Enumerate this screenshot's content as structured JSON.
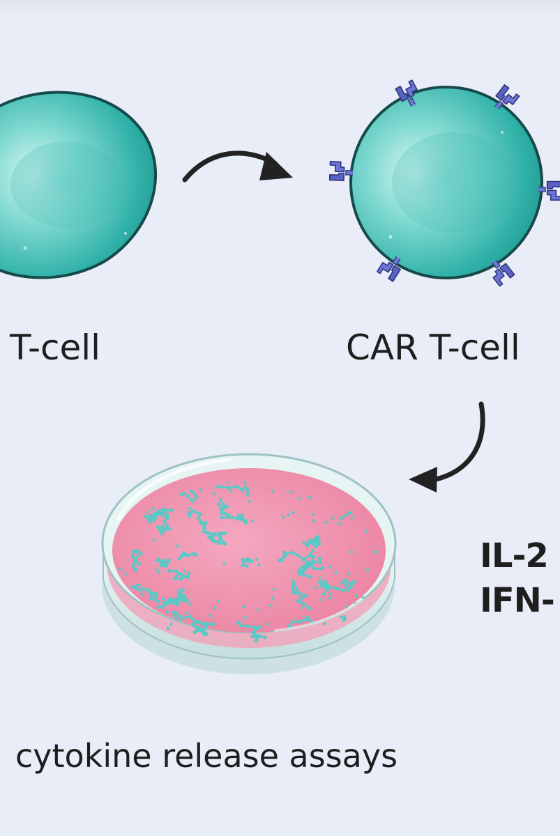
{
  "labels": {
    "t_cell": "T-cell",
    "car_t_cell": "CAR T-cell",
    "cytokines": [
      "IL-2",
      "IFN-"
    ],
    "caption": "cytokine release assays"
  },
  "colors": {
    "background": "#e9edf7",
    "cell_fill": "#35b8ae",
    "cell_light": "#bff0ea",
    "cell_outline": "#15494a",
    "receptor": "#5a63c4",
    "receptor_outline": "#2f357f",
    "arrow": "#222222",
    "medium": "#ee8fae",
    "dish_glass": "#cfe6e6",
    "colony": "#59c9c6"
  },
  "icons": {
    "process_arrow": "curved-arrow-icon",
    "receptor": "car-receptor-icon"
  }
}
